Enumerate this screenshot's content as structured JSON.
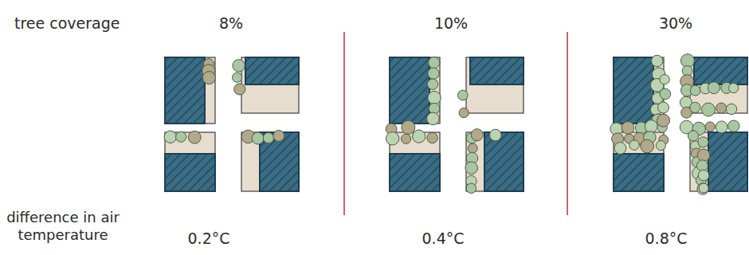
{
  "diagram": {
    "labels": [
      "tree coverage",
      "8%",
      "10%",
      "30%",
      "difference in air temperature",
      "0.2°C",
      "0.4°C",
      "0.8°C"
    ]
  }
}
